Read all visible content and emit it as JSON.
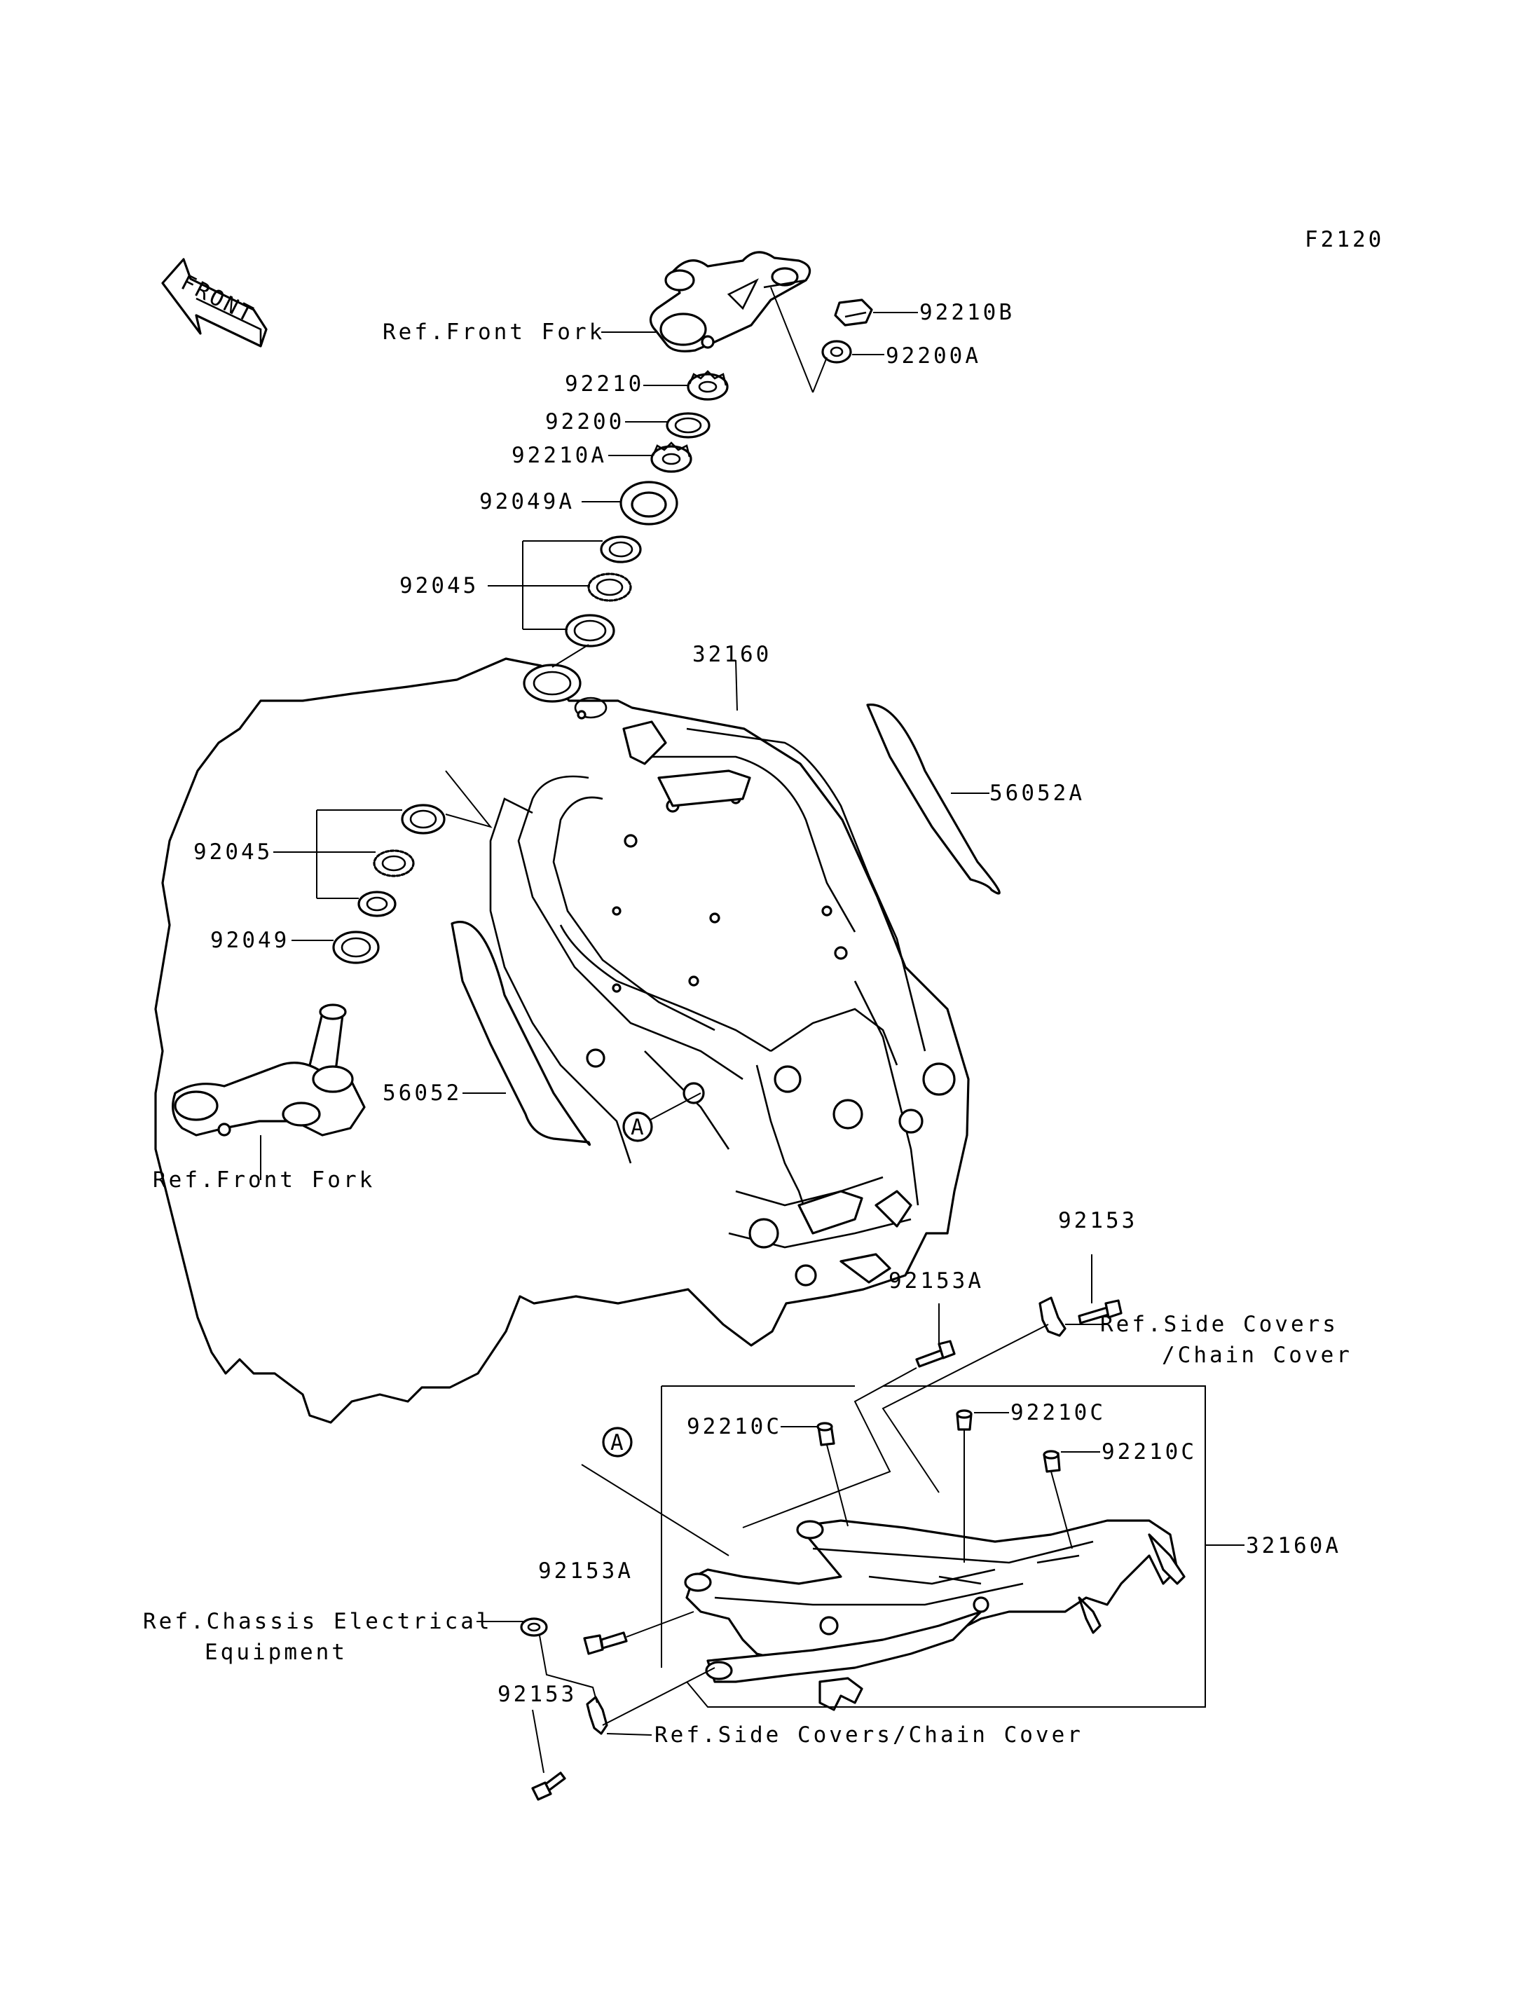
{
  "figure_code": "F2120",
  "front_arrow_text": "FRONT",
  "labels": {
    "ref_front_fork_top": "Ref.Front Fork",
    "p92210B": "92210B",
    "p92200A": "92200A",
    "p92210": "92210",
    "p92200": "92200",
    "p92210A": "92210A",
    "p92049A": "92049A",
    "p92045_top": "92045",
    "p32160": "32160",
    "p56052A": "56052A",
    "p92045_mid": "92045",
    "p92049": "92049",
    "p56052": "56052",
    "ref_front_fork_bottom": "Ref.Front Fork",
    "callout_a_top": "A",
    "p92153_top": "92153",
    "p92153A_top": "92153A",
    "ref_side_covers_line1": "Ref.Side Covers",
    "ref_side_covers_line2": "/Chain Cover",
    "callout_a_bottom": "A",
    "p92210C_left": "92210C",
    "p92210C_right1": "92210C",
    "p92210C_right2": "92210C",
    "p32160A": "32160A",
    "p92153A_left": "92153A",
    "ref_chassis_line1": "Ref.Chassis Electrical",
    "ref_chassis_line2": "Equipment",
    "p92153_bottom": "92153",
    "ref_side_covers_bottom": "Ref.Side Covers/Chain Cover"
  }
}
